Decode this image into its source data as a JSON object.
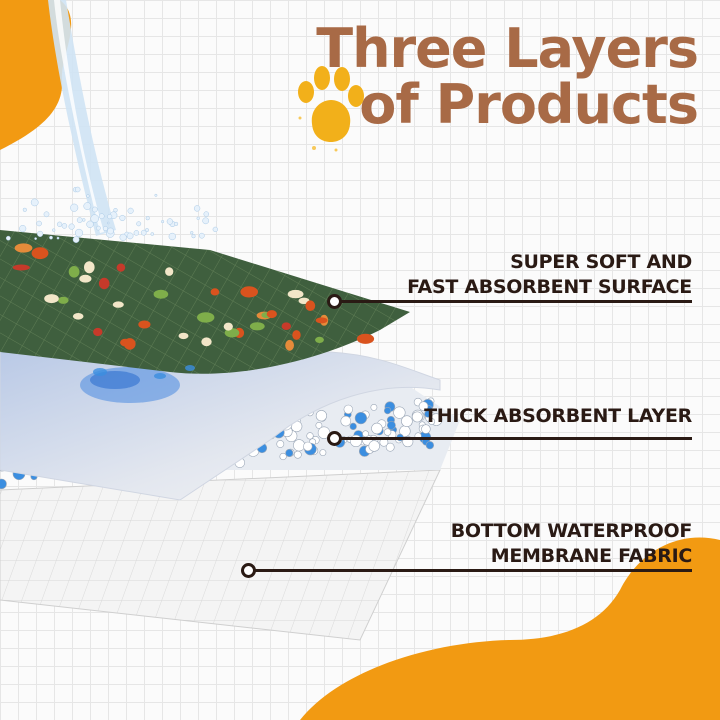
{
  "title": {
    "line1": "Three Layers",
    "line2": "of Products"
  },
  "layers": [
    {
      "label_lines": [
        "SUPER SOFT AND",
        "FAST ABSORBENT SURFACE"
      ]
    },
    {
      "label_lines": [
        "THICK ABSORBENT LAYER"
      ]
    },
    {
      "label_lines": [
        "BOTTOM WATERPROOF",
        "MEMBRANE FABRIC"
      ]
    }
  ],
  "colors": {
    "title": "#a86a46",
    "accent_orange": "#f29a12",
    "label_text": "#2a1a14",
    "top_fabric": "#3f5f3e",
    "absorbent_bead": "#3b8ee0",
    "bottom_membrane": "#f1f1f1"
  },
  "icons": [
    "paw-print-icon",
    "water-stream-illustration"
  ]
}
